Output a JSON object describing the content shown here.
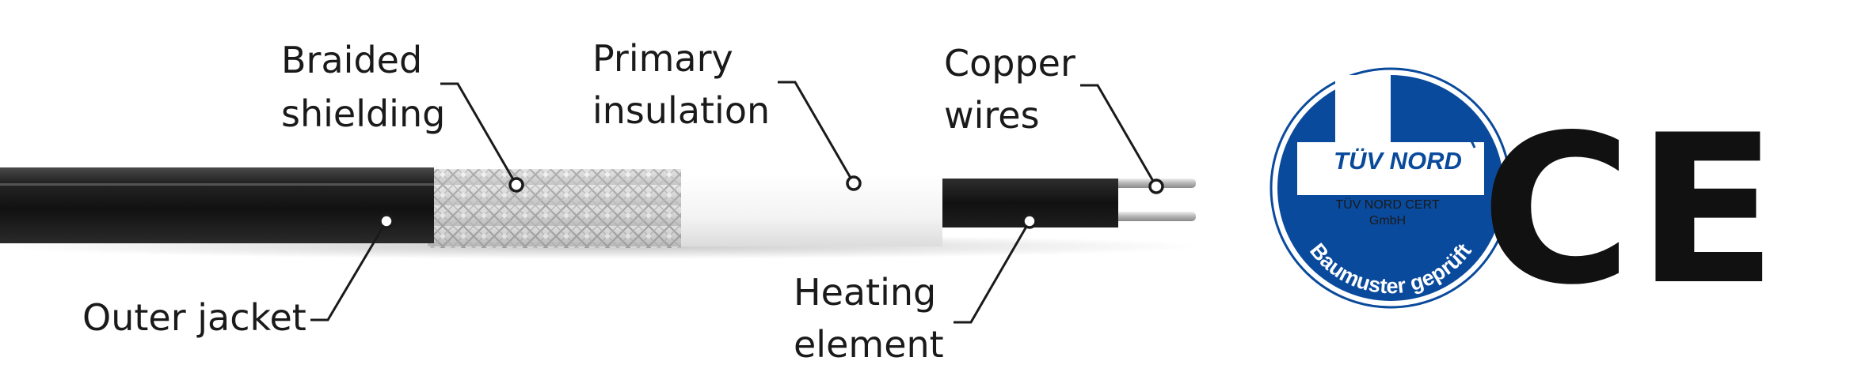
{
  "callouts": {
    "braided_shielding": {
      "line1": "Braided",
      "line2": "shielding"
    },
    "primary_insulation": {
      "line1": "Primary",
      "line2": "insulation"
    },
    "copper_wires": {
      "line1": "Copper",
      "line2": "wires"
    },
    "outer_jacket": {
      "line1": "Outer jacket"
    },
    "heating_element": {
      "line1": "Heating",
      "line2": "element"
    }
  },
  "tuv_seal": {
    "brand": "TÜV NORD",
    "cert_line1": "TÜV NORD CERT",
    "cert_line2": "GmbH",
    "arc_text": "Baumuster geprüft"
  },
  "ce_mark": "CE",
  "colors": {
    "tuv_blue": "#0a4a9c",
    "jacket_black": "#1b1b1b",
    "insulation_white": "#f7f7f7",
    "shield_grey": "#c9c9c9",
    "wire_silver": "#bdbdbd"
  },
  "icons": {
    "tuv_seal": "tuv-nord-certification-seal-icon",
    "ce_mark": "ce-conformity-mark-icon"
  }
}
